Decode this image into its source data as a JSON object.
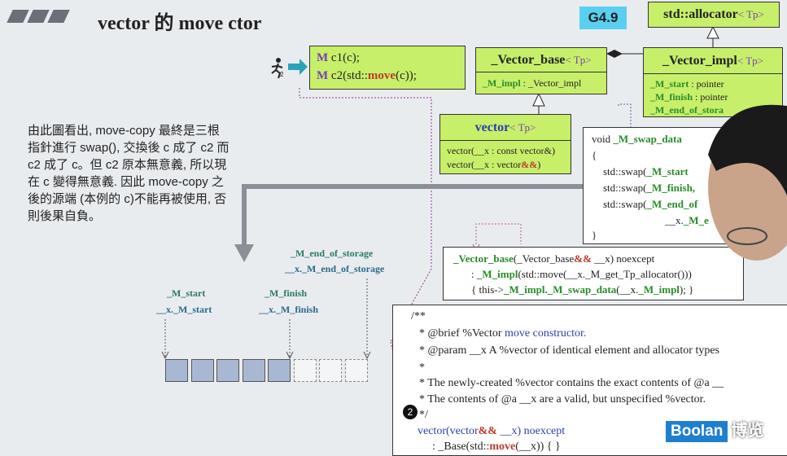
{
  "header": {
    "title": "vector 的 move ctor",
    "version": "G4.9"
  },
  "usage_box": {
    "line1_prefix": "M",
    "line1_rest": " c1(c);",
    "line2_prefix": "M",
    "line2_a": " c2(std::",
    "line2_move": "move",
    "line2_b": "(c));"
  },
  "vector_base": {
    "name": "_Vector_base",
    "tp": "< Tp>",
    "member_name": "_M_impl",
    "member_type": " : _Vector_impl"
  },
  "vector_impl": {
    "name": "_Vector_impl",
    "tp": "< Tp>",
    "m_start": "_M_start",
    "m_start_type": " : pointer",
    "m_finish": "_M_finish",
    "m_finish_type": " : pointer",
    "m_end": "_M_end_of_stora"
  },
  "allocator": {
    "name": "std::allocator",
    "tp": "< Tp>"
  },
  "vector_cls": {
    "name": "vector",
    "tp": "< Tp>",
    "ctor1": "vector(__x : const vector&)",
    "ctor2_a": "vector(__x : vector",
    "ctor2_b": "&&",
    "ctor2_c": ")"
  },
  "swap_box": {
    "line1_a": "void ",
    "line1_b": "_M_swap_data",
    "line2": "{",
    "line3_a": "std::swap(",
    "line3_b": "_M_start",
    "line4_a": "std::swap(",
    "line4_b": "_M_finish,",
    "line5_a": "std::swap(",
    "line5_b": "_M_end_of",
    "line6_a": "__x.",
    "line6_b": "_M_e",
    "line7": "}"
  },
  "base_ctor_box": {
    "l1_a": "_Vector_base",
    "l1_b": "(_Vector_base",
    "l1_c": "&&",
    "l1_d": " __x) noexcept",
    "l2_a": ": ",
    "l2_b": "_M_impl",
    "l2_c": "(std::move(__x._M_get_Tp_allocator()))",
    "l3_a": "{ this->",
    "l3_b": "_M_impl.",
    "l3_c": "_M_swap_data",
    "l3_d": "(__x.",
    "l3_e": "_M_impl",
    "l3_f": "); }"
  },
  "comment_box": {
    "c1": "/**",
    "c2_a": "*  @brief  %Vector ",
    "c2_b": "move constructor.",
    "c3": "*  @param   __x  A %vector of identical element and allocator types",
    "c4": "*",
    "c5": "*  The newly-created %vector contains the exact contents of @a __",
    "c6": "*  The contents of @a __x are a valid, but unspecified %vector.",
    "c7": "*/",
    "c8_a": "vector(vector",
    "c8_b": "&&",
    "c8_c": " __x) noexcept",
    "c9_a": ": _Base(std::",
    "c9_b": "move",
    "c9_c": "(__x)) { }",
    "marker": "2"
  },
  "explanation": "由此圖看出, move-copy 最終是三根指針進行 swap(), 交換後 c 成了 c2 而 c2 成了 c。但 c2 原本無意義, 所以現在 c 變得無意義. 因此 move-copy 之後的源端 (本例的 c)不能再被使用, 否則後果自負。",
  "pointers": {
    "start": "_M_start",
    "x_start": "__x._M_start",
    "finish": "_M_finish",
    "x_finish": "__x._M_finish",
    "end": "_M_end_of_storage",
    "x_end": "__x._M_end_of_storage"
  },
  "memory": {
    "filled_cells": 5,
    "total_cells": 8
  },
  "brand": {
    "name": "Boolan",
    "cn": "博览"
  },
  "colors": {
    "uml_green": "#c7ef6a",
    "badge_cyan": "#5ad0f0",
    "purple": "#7a3fb0",
    "green_text": "#2a8c2a",
    "cell_fill": "#a9b8d2",
    "brand_blue": "#1e7fd0"
  }
}
